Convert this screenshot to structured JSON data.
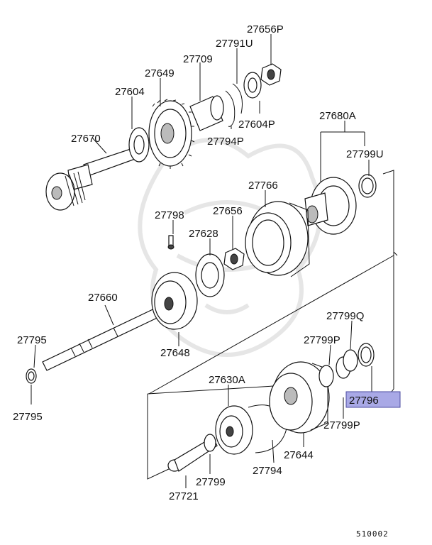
{
  "labels": {
    "p27656P": "27656P",
    "p27791U": "27791U",
    "p27709": "27709",
    "p27649": "27649",
    "p27604": "27604",
    "p27604P": "27604P",
    "p27794P": "27794P",
    "p27670": "27670",
    "p27680A": "27680A",
    "p27799U": "27799U",
    "p27766": "27766",
    "p27798": "27798",
    "p27656": "27656",
    "p27628": "27628",
    "p27660": "27660",
    "p27795a": "27795",
    "p27795b": "27795",
    "p27648": "27648",
    "p27799Q": "27799Q",
    "p27799P_top": "27799P",
    "p27630A": "27630A",
    "p27796": "27796",
    "p27799P_bottom": "27799P",
    "p27644": "27644",
    "p27794": "27794",
    "p27799": "27799",
    "p27721": "27721"
  },
  "highlight_color": "#a9a9e6",
  "diagram_code": "510002"
}
